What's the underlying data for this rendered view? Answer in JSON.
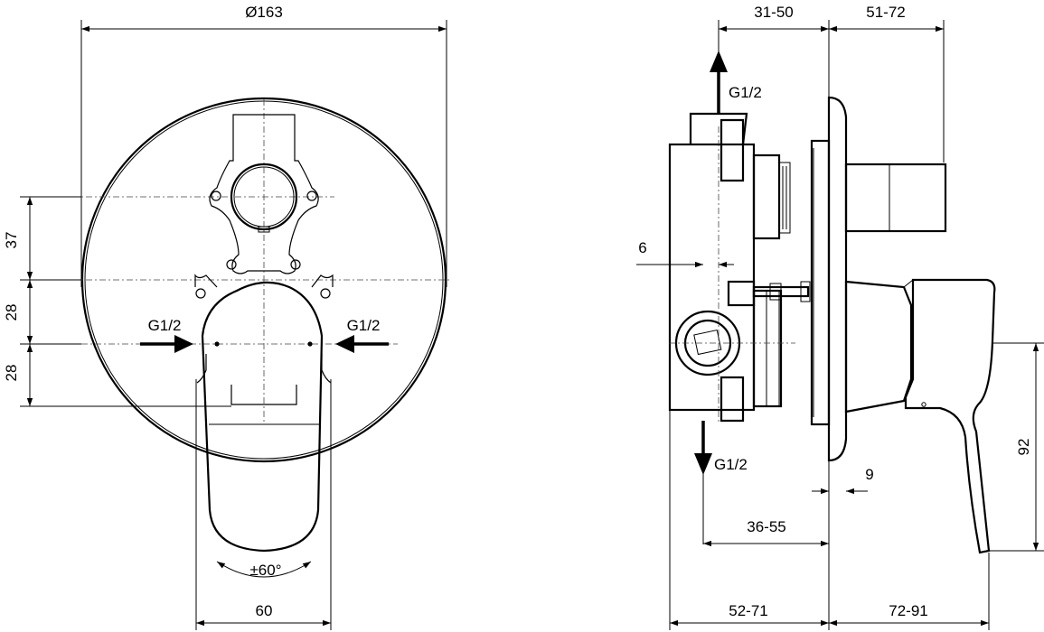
{
  "front_view": {
    "dimensions": {
      "plate_diameter": "Ø163",
      "upper_offset": "37",
      "middle_offset": "28",
      "lower_offset": "28",
      "handle_width": "60",
      "rotation": "±60°"
    },
    "connections": {
      "left_inlet": "G1/2",
      "right_inlet": "G1/2"
    }
  },
  "side_view": {
    "dimensions": {
      "top_left": "31-50",
      "top_right": "51-72",
      "wall_offset": "6",
      "plate_thickness": "9",
      "body_depth": "36-55",
      "handle_height": "92",
      "bottom_left": "52-71",
      "bottom_right": "72-91"
    },
    "connections": {
      "top_outlet": "G1/2",
      "bottom_outlet": "G1/2"
    }
  }
}
